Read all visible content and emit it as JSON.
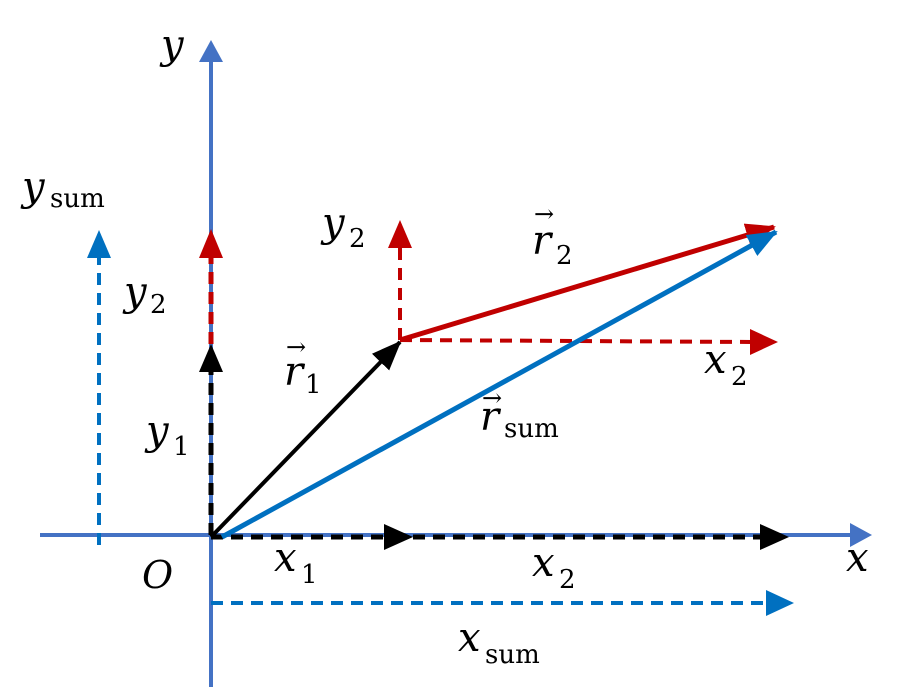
{
  "colors": {
    "axis": "#4472C4",
    "black": "#000000",
    "red": "#C00000",
    "blue": "#0070C0"
  },
  "axes": {
    "x_label": "x",
    "y_label": "y",
    "origin_label": "O"
  },
  "vectors": {
    "r1": {
      "symbol": "r",
      "subscript": "1"
    },
    "r2": {
      "symbol": "r",
      "subscript": "2"
    },
    "rsum": {
      "symbol": "r",
      "subscript": "sum"
    }
  },
  "arrow_over": "→",
  "components": {
    "x1": {
      "symbol": "x",
      "subscript": "1"
    },
    "x2_bottom": {
      "symbol": "x",
      "subscript": "2"
    },
    "x2_top": {
      "symbol": "x",
      "subscript": "2"
    },
    "y1": {
      "symbol": "y",
      "subscript": "1"
    },
    "y2_left": {
      "symbol": "y",
      "subscript": "2"
    },
    "y2_top": {
      "symbol": "y",
      "subscript": "2"
    },
    "xsum": {
      "symbol": "x",
      "subscript": "sum"
    },
    "ysum": {
      "symbol": "y",
      "subscript": "sum"
    }
  }
}
